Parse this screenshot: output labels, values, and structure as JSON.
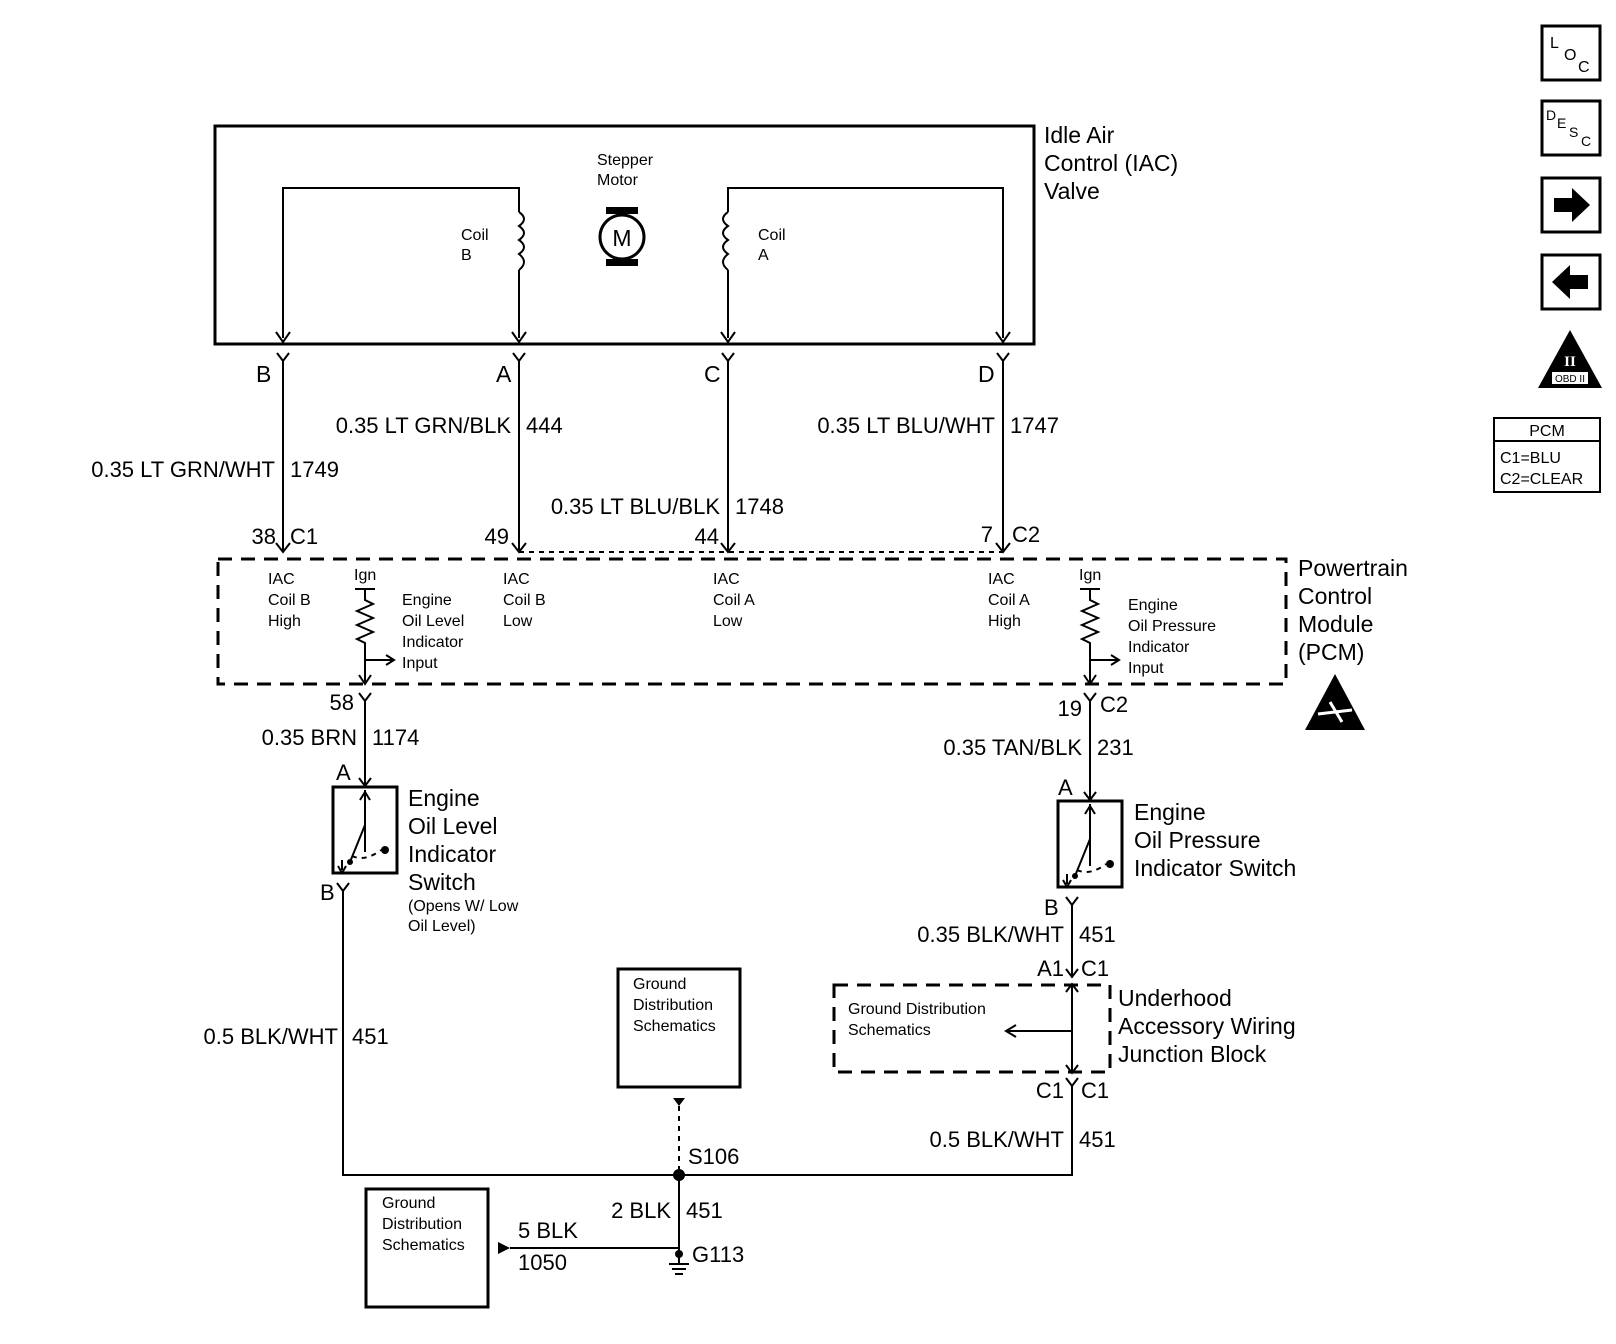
{
  "iac_valve": {
    "title_line1": "Idle Air",
    "title_line2": "Control (IAC)",
    "title_line3": "Valve",
    "motor_label_line1": "Stepper",
    "motor_label_line2": "Motor",
    "motor_symbol": "M",
    "coil_b_line1": "Coil",
    "coil_b_line2": "B",
    "coil_a_line1": "Coil",
    "coil_a_line2": "A",
    "terminals": [
      "B",
      "A",
      "C",
      "D"
    ]
  },
  "wires": {
    "w1749": {
      "spec": "0.35 LT GRN/WHT",
      "circuit": "1749"
    },
    "w444": {
      "spec": "0.35 LT GRN/BLK",
      "circuit": "444"
    },
    "w1748": {
      "spec": "0.35 LT BLU/BLK",
      "circuit": "1748"
    },
    "w1747": {
      "spec": "0.35 LT BLU/WHT",
      "circuit": "1747"
    },
    "w1174": {
      "spec": "0.35 BRN",
      "circuit": "1174"
    },
    "w231": {
      "spec": "0.35 TAN/BLK",
      "circuit": "231"
    },
    "w451_left": {
      "spec": "0.5 BLK/WHT",
      "circuit": "451"
    },
    "w451_upper_right": {
      "spec": "0.35 BLK/WHT",
      "circuit": "451"
    },
    "w451_lower_right": {
      "spec": "0.5 BLK/WHT",
      "circuit": "451"
    },
    "w451_ground": {
      "spec": "2 BLK",
      "circuit": "451"
    },
    "w1050": {
      "spec": "5 BLK",
      "circuit": "1050"
    }
  },
  "pcm": {
    "title_line1": "Powertrain",
    "title_line2": "Control",
    "title_line3": "Module",
    "title_line4": "(PCM)",
    "pin38": "38",
    "conn_c1_top": "C1",
    "pin49": "49",
    "pin44": "44",
    "pin7": "7",
    "conn_c2_top": "C2",
    "pin58": "58",
    "pin19": "19",
    "conn_c2_bottom": "C2",
    "coil_b_high": [
      "IAC",
      "Coil B",
      "High"
    ],
    "coil_b_low": [
      "IAC",
      "Coil B",
      "Low"
    ],
    "coil_a_low": [
      "IAC",
      "Coil A",
      "Low"
    ],
    "coil_a_high": [
      "IAC",
      "Coil A",
      "High"
    ],
    "ign": "Ign",
    "oil_level_input": [
      "Engine",
      "Oil Level",
      "Indicator",
      "Input"
    ],
    "oil_pressure_input": [
      "Engine",
      "Oil Pressure",
      "Indicator",
      "Input"
    ]
  },
  "oil_level_switch": {
    "lines": [
      "Engine",
      "Oil Level",
      "Indicator",
      "Switch"
    ],
    "note_line1": "(Opens W/ Low",
    "note_line2": "Oil Level)",
    "term_a": "A",
    "term_b": "B"
  },
  "oil_pressure_switch": {
    "lines": [
      "Engine",
      "Oil Pressure",
      "Indicator Switch"
    ],
    "term_a": "A",
    "term_b": "B"
  },
  "junction_block": {
    "lines": [
      "Underhood",
      "Accessory Wiring",
      "Junction Block"
    ],
    "inner_line1": "Ground Distribution",
    "inner_line2": "Schematics",
    "a1": "A1",
    "c1_top": "C1",
    "c1_bottom_left": "C1",
    "c1_bottom_right": "C1"
  },
  "ground": {
    "box_center": [
      "Ground",
      "Distribution",
      "Schematics"
    ],
    "box_left": [
      "Ground",
      "Distribution",
      "Schematics"
    ],
    "splice": "S106",
    "ground_point": "G113"
  },
  "side_icons": {
    "loc": {
      "a": "L",
      "b": "O",
      "c": "C"
    },
    "desc": {
      "a": "D",
      "b": "E",
      "c": "S",
      "d": "C"
    },
    "next_icon": "right-arrow-icon",
    "prev_icon": "left-arrow-icon",
    "obd_roman": "II",
    "obd_label": "OBD II",
    "pcm_legend_title": "PCM",
    "pcm_legend_line1": "C1=BLU",
    "pcm_legend_line2": "C2=CLEAR"
  }
}
